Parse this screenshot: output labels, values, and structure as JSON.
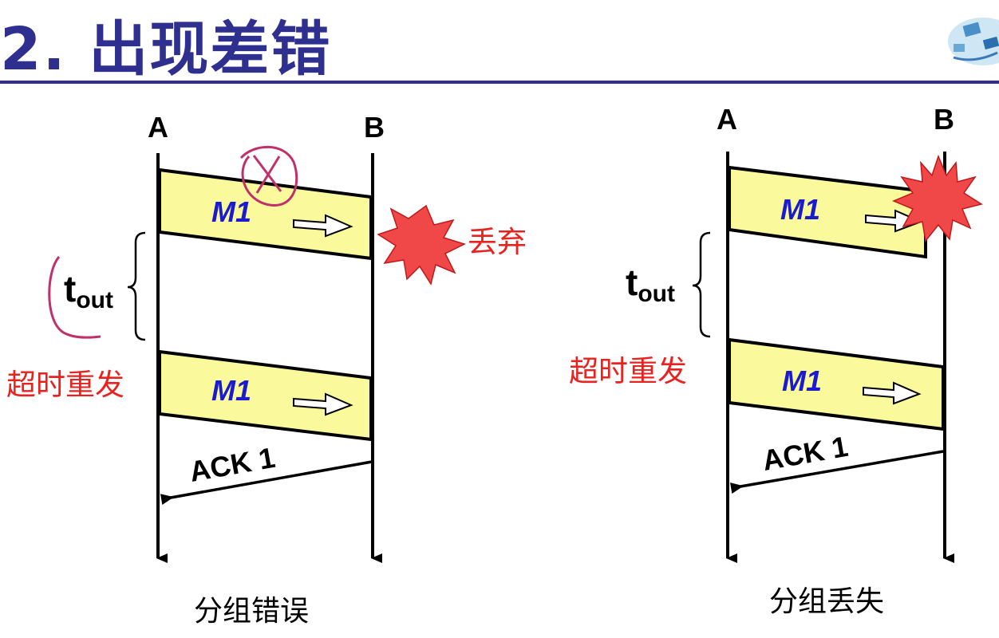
{
  "title": "2. 出现差错",
  "colors": {
    "title": "#2e2f8f",
    "frame_fill": "#fafa9c",
    "message_label": "#1a1ad0",
    "annotation_red": "#e8231f",
    "burst": "#f04848",
    "pen_marks": "#c0306a"
  },
  "left_panel": {
    "sender": "A",
    "receiver": "B",
    "frame1_label": "M1",
    "discard_label": "丢弃",
    "timeout_main": "t",
    "timeout_sub": "out",
    "retransmit_label": "超时重发",
    "frame2_label": "M1",
    "ack_label": "ACK 1",
    "caption": "分组错误"
  },
  "right_panel": {
    "sender": "A",
    "receiver": "B",
    "frame1_label": "M1",
    "timeout_main": "t",
    "timeout_sub": "out",
    "retransmit_label": "超时重发",
    "frame2_label": "M1",
    "ack_label": "ACK 1",
    "caption": "分组丢失"
  },
  "icons": {
    "burst": "starburst-icon",
    "arrow": "hollow-arrow-icon",
    "logo": "network-logo-icon"
  }
}
